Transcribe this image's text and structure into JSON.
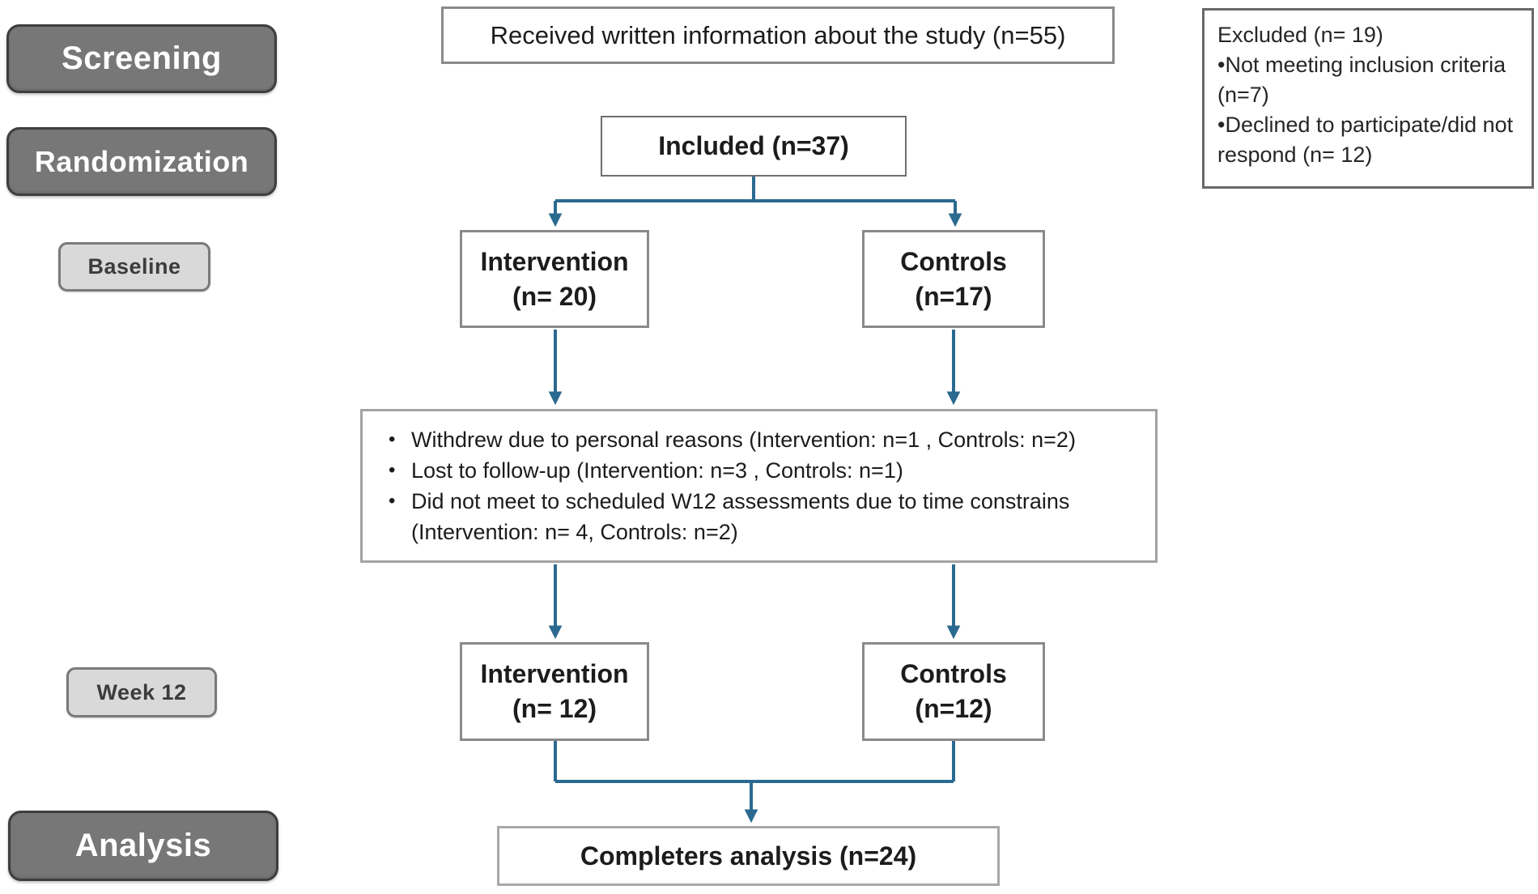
{
  "stage_labels": {
    "screening": "Screening",
    "randomization": "Randomization",
    "baseline": "Baseline",
    "week12": "Week 12",
    "analysis": "Analysis"
  },
  "boxes": {
    "received": "Received written information about the study (n=55)",
    "excluded_title": "Excluded (n= 19)",
    "excluded_items": [
      "Not meeting inclusion criteria (n=7)",
      "Declined to participate/did not respond (n= 12)"
    ],
    "included": "Included (n=37)",
    "intervention_baseline_name": "Intervention",
    "intervention_baseline_n": "(n= 20)",
    "controls_baseline_name": "Controls",
    "controls_baseline_n": "(n=17)",
    "withdrawal_items": [
      "Withdrew due to personal reasons (Intervention: n=1 , Controls: n=2)",
      "Lost to follow-up (Intervention: n=3 , Controls: n=1)",
      "Did not meet to scheduled W12 assessments due to time constrains (Intervention: n= 4, Controls: n=2)"
    ],
    "intervention_week12_name": "Intervention",
    "intervention_week12_n": "(n= 12)",
    "controls_week12_name": "Controls",
    "controls_week12_n": "(n=12)",
    "completers": "Completers analysis (n=24)"
  },
  "colors": {
    "arrow_color": "#2b6a90",
    "dark_label_bg": "#777777",
    "dark_label_border": "#3e3e3e",
    "light_label_bg": "#d9d9d9",
    "light_label_border": "#7a7a7a",
    "box_border": "#8a8a8a"
  }
}
